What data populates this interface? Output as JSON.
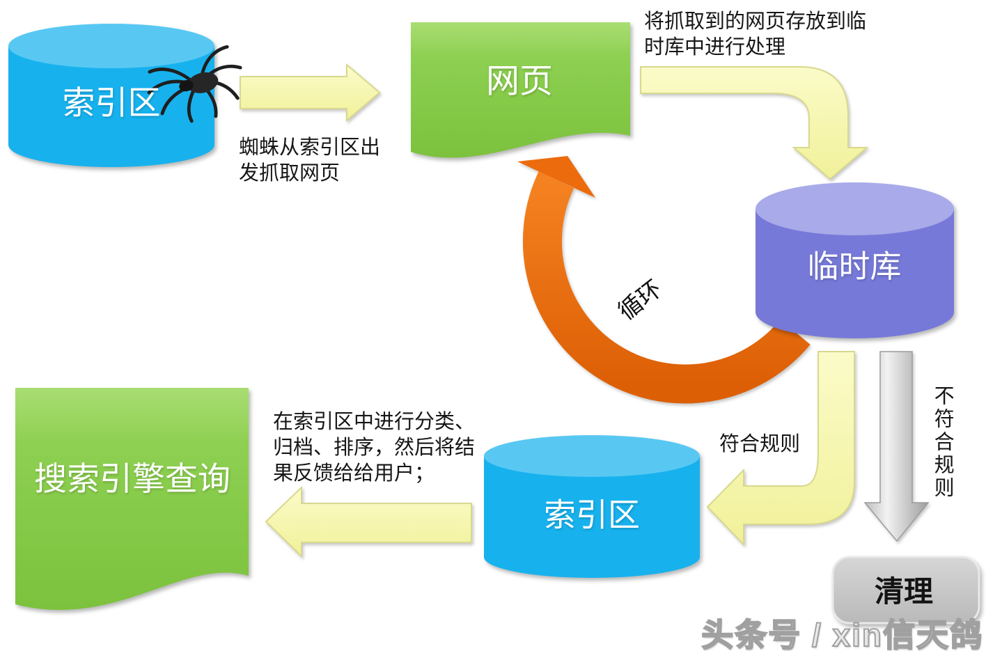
{
  "diagram": {
    "nodes": {
      "index_area_top": {
        "label": "索引区"
      },
      "webpage": {
        "label": "网页"
      },
      "temp_library": {
        "label": "临时库"
      },
      "index_area_bottom": {
        "label": "索引区"
      },
      "search_query": {
        "label": "搜索引擎查询"
      },
      "cleanup": {
        "label": "清理"
      }
    },
    "annotations": {
      "spider_note": [
        "蜘蛛从索引区出",
        "发抓取网页"
      ],
      "store_note": [
        "将抓取到的网页存放到临",
        "时库中进行处理"
      ],
      "loop_label": "循环",
      "match_rules": "符合规则",
      "not_match_rules": "不符合规则",
      "index_note": [
        "在索引区中进行分类、",
        "归档、排序，然后将结",
        "果反馈给给用户；"
      ]
    },
    "icons": {
      "spider": "spider-icon"
    },
    "watermark": "头条号 / xin信天鸽",
    "colors": {
      "cyan_body": "#17b2ee",
      "cyan_top": "#58c8f3",
      "green_body": "#8ed052",
      "green_light": "#a9dd72",
      "green_dark": "#7cc23d",
      "purple_body": "#7679d8",
      "purple_top": "#a8aae9",
      "yellow_fill": "#f7f7ad",
      "yellow_edge": "#d8d88e",
      "orange": "#ec6c0d",
      "gray_box": "#c6c6c6",
      "gray_arrow_dark": "#a8a8a8",
      "text": "#161616"
    }
  }
}
